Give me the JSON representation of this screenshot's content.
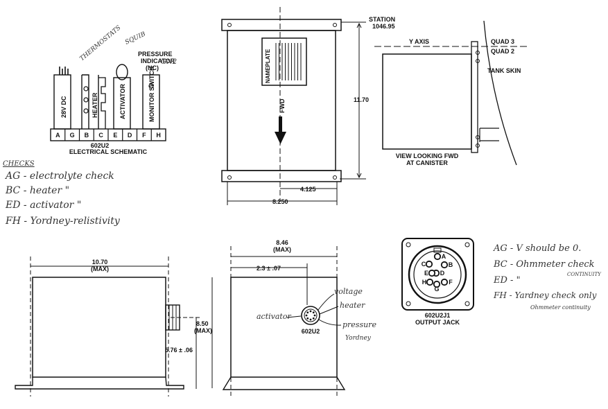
{
  "schematic": {
    "title": "602U2",
    "subtitle": "ELECTRICAL SCHEMATIC",
    "pins": [
      "A",
      "G",
      "B",
      "C",
      "E",
      "D",
      "F",
      "H"
    ],
    "component_28v": "28V DC",
    "component_heater": "HEATER",
    "component_activator": "ACTIVATOR",
    "component_monitor": "MONITOR SWITCH",
    "pressure_label_1": "PRESSURE",
    "pressure_label_2": "INDICATOR",
    "pressure_label_3": "(NC)",
    "hw_thermostats": "THERMOSTATS",
    "hw_squib": "SQUIB",
    "hw_gn2": "GN2"
  },
  "checks_left": {
    "title": "CHECKS",
    "lines": [
      "AG - electrolyte check",
      "BC - heater          \"",
      "ED - activator    \"",
      "FH - Yordney-relistivity"
    ]
  },
  "top_view": {
    "station_label": "STATION",
    "station_value": "1046.95",
    "height_dim": "11.70",
    "nameplate": "NAMEPLATE",
    "fwd": "FWD",
    "dim_half": "4.125",
    "dim_full": "8.250"
  },
  "canister_view": {
    "y_axis": "Y AXIS",
    "quad3": "QUAD 3",
    "quad2": "QUAD 2",
    "tank_skin": "TANK SKIN",
    "caption_1": "VIEW LOOKING FWD",
    "caption_2": "AT CANISTER"
  },
  "side_view": {
    "width_dim": "10.70",
    "width_max": "(MAX)",
    "height_dim": "5.76 ± .06"
  },
  "front_view": {
    "width_dim": "8.46",
    "width_max": "(MAX)",
    "offset_dim": "2.3 ± .07",
    "height_dim": "8.50",
    "height_max": "(MAX)",
    "connector_label": "602U2",
    "hw_voltage": "voltage",
    "hw_heater": "heater",
    "hw_activator": "activator",
    "hw_pressure": "pressure",
    "hw_yordney": "Yordney"
  },
  "output_jack": {
    "title": "602U2J1",
    "subtitle": "OUTPUT JACK",
    "pins": [
      "A",
      "B",
      "C",
      "D",
      "E",
      "F",
      "G",
      "H"
    ]
  },
  "checks_right": {
    "lines": [
      "AG - V should be 0.",
      "BC - Ohmmeter check",
      "ED -       \"",
      "FH - Yardney check only"
    ],
    "note_1": "CONTINUITY",
    "note_2": "Ohmmeter continuity"
  }
}
